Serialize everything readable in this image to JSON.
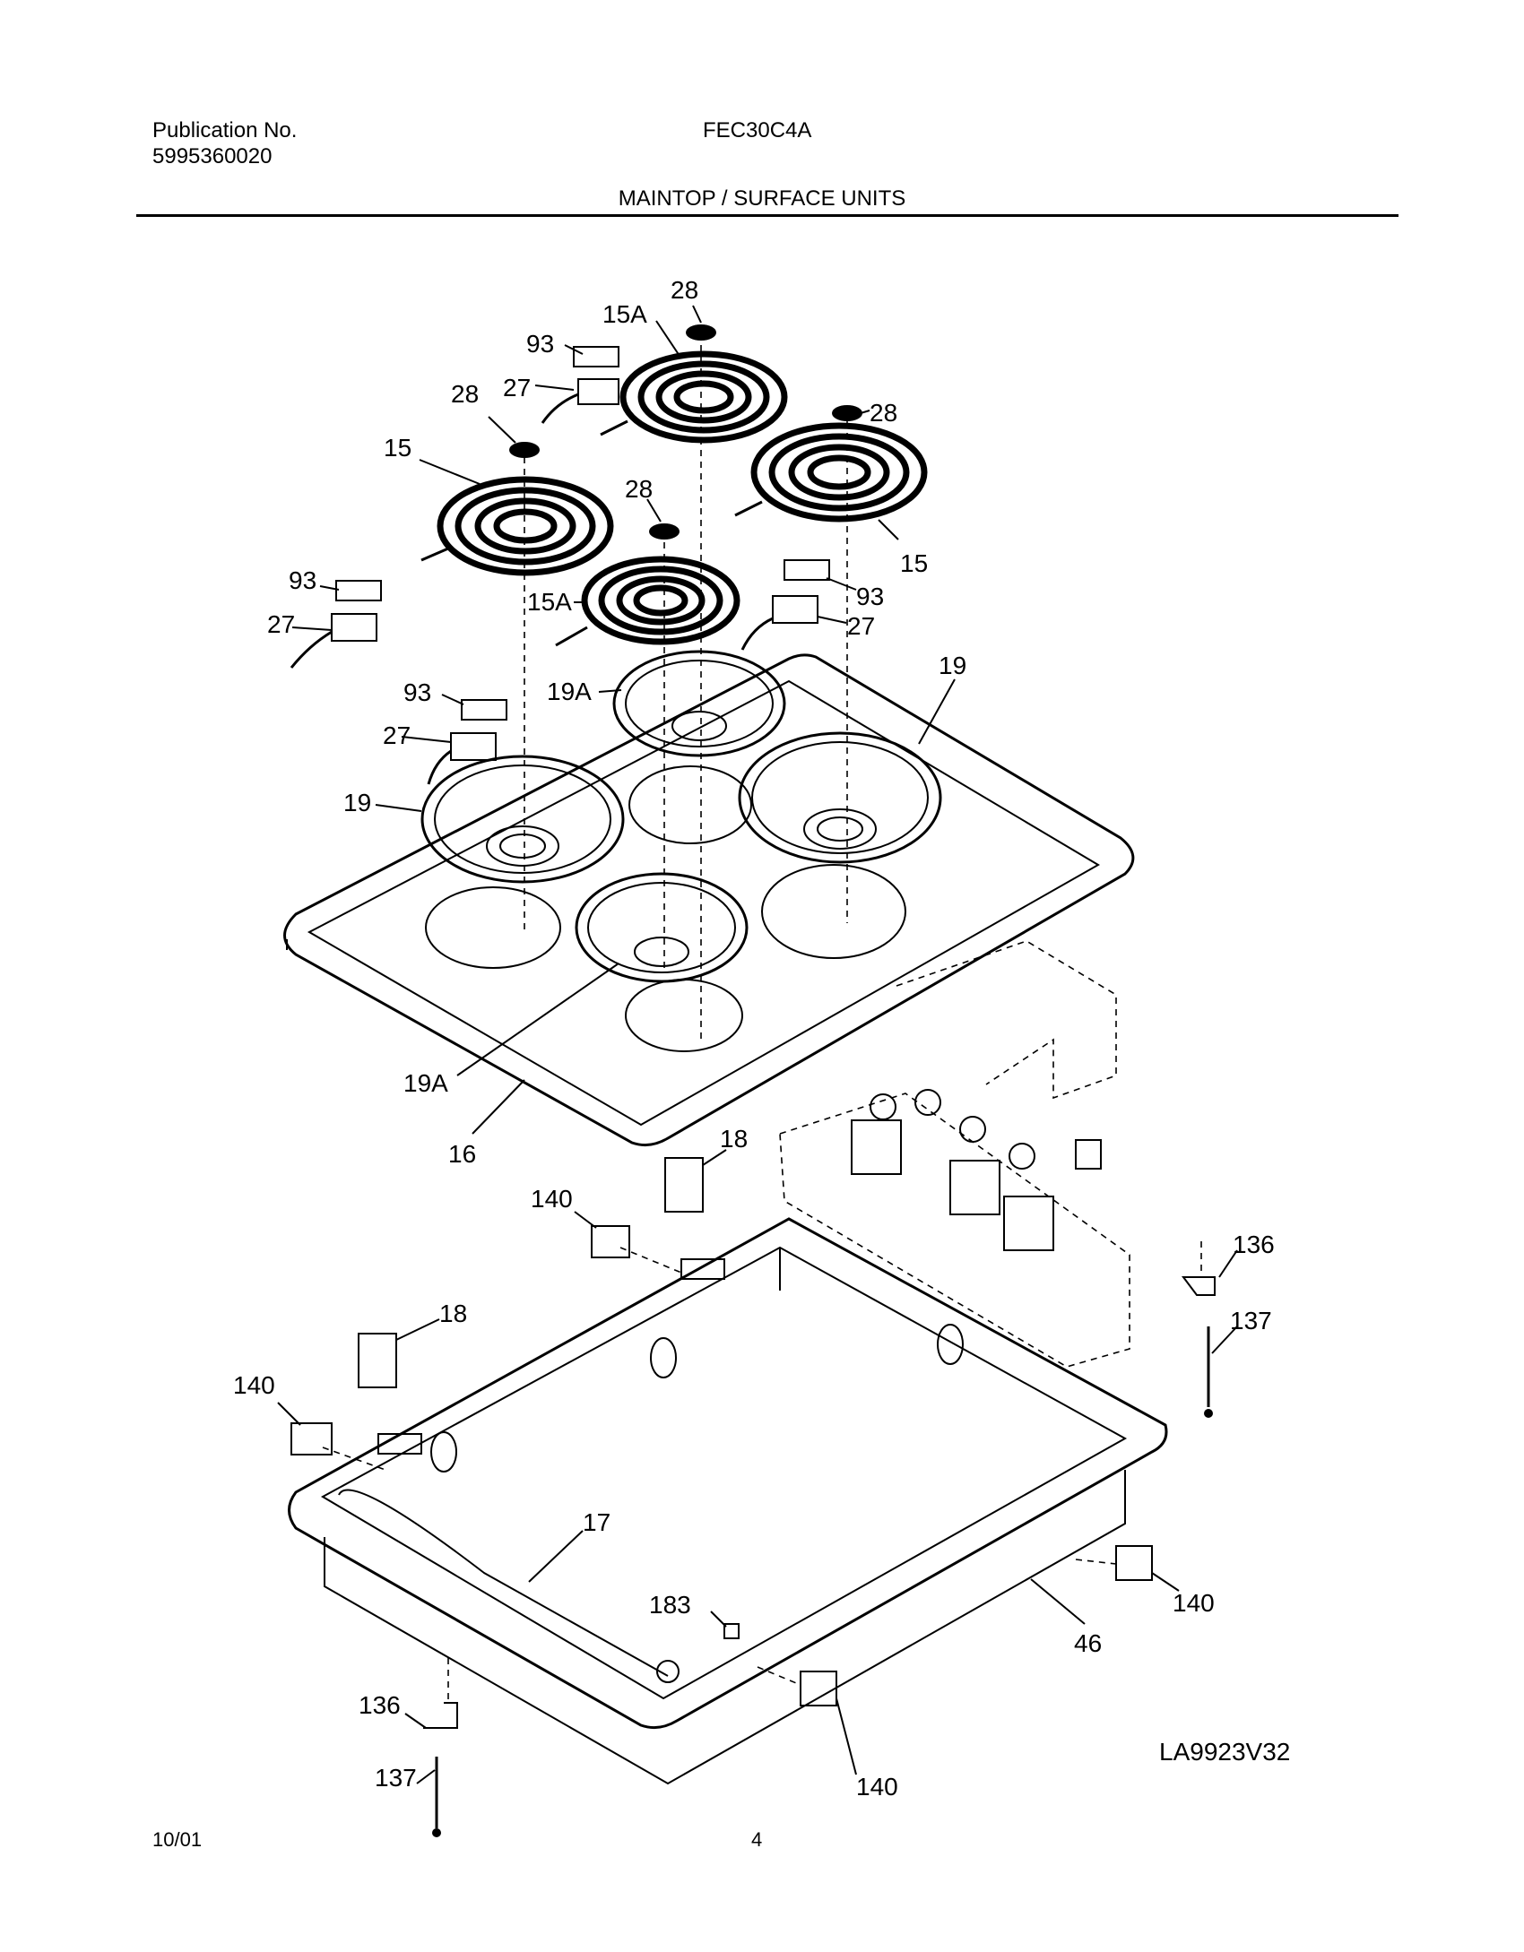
{
  "header": {
    "publication_label": "Publication No.",
    "publication_number": "5995360020",
    "model": "FEC30C4A",
    "section_title": "MAINTOP / SURFACE UNITS"
  },
  "footer": {
    "date": "10/01",
    "page": "4"
  },
  "diagram_id": "LA9923V32",
  "callouts": {
    "c28_top": "28",
    "c15A_top": "15A",
    "c93_top": "93",
    "c27_top": "27",
    "c28_left": "28",
    "c28_right": "28",
    "c15_left": "15",
    "c28_mid": "28",
    "c15_right": "15",
    "c93_left": "93",
    "c27_left": "27",
    "c15A_mid": "15A",
    "c93_right": "93",
    "c27_right": "27",
    "c19_right": "19",
    "c19A_top": "19A",
    "c93_low": "93",
    "c27_low": "27",
    "c19_left": "19",
    "c19A_low": "19A",
    "c16": "16",
    "c18_top": "18",
    "c140_top": "140",
    "c136_right": "136",
    "c137_right": "137",
    "c18_left": "18",
    "c140_left": "140",
    "c17": "17",
    "c183": "183",
    "c140_right": "140",
    "c46": "46",
    "c136_left": "136",
    "c137_left": "137",
    "c140_bottom": "140"
  }
}
